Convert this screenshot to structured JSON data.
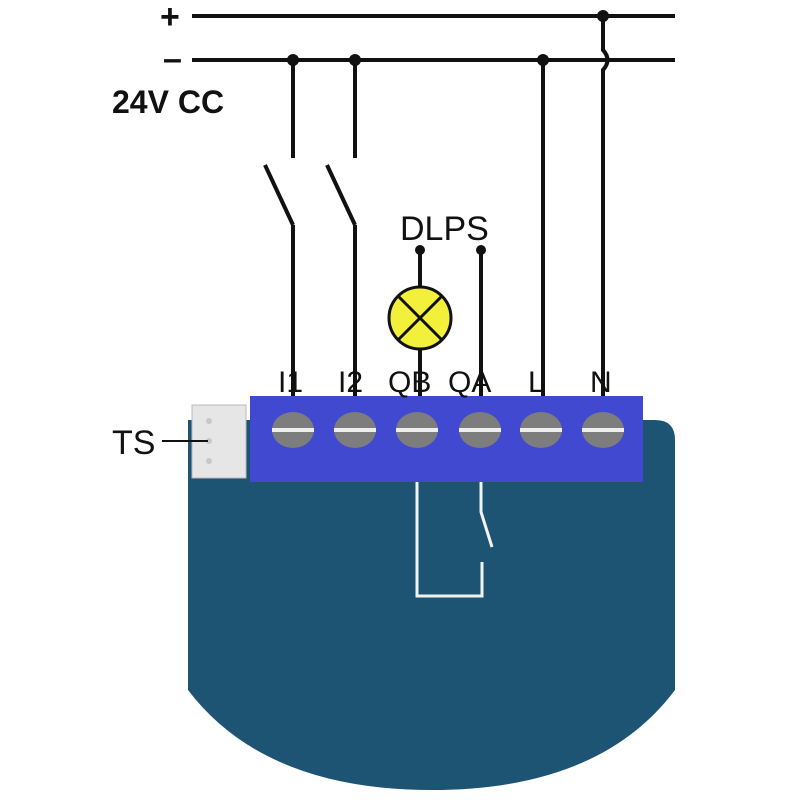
{
  "supply": {
    "plus": "+",
    "minus": "–",
    "voltage": "24V CC"
  },
  "lamp_label": "DLPS",
  "connector_label": "TS",
  "terminals": [
    "I1",
    "I2",
    "QB",
    "QA",
    "L",
    "N"
  ],
  "colors": {
    "terminal_block": "#4149d1",
    "body": "#1d5473",
    "lamp": "#f2f03a",
    "connector": "#e6e6e6"
  }
}
